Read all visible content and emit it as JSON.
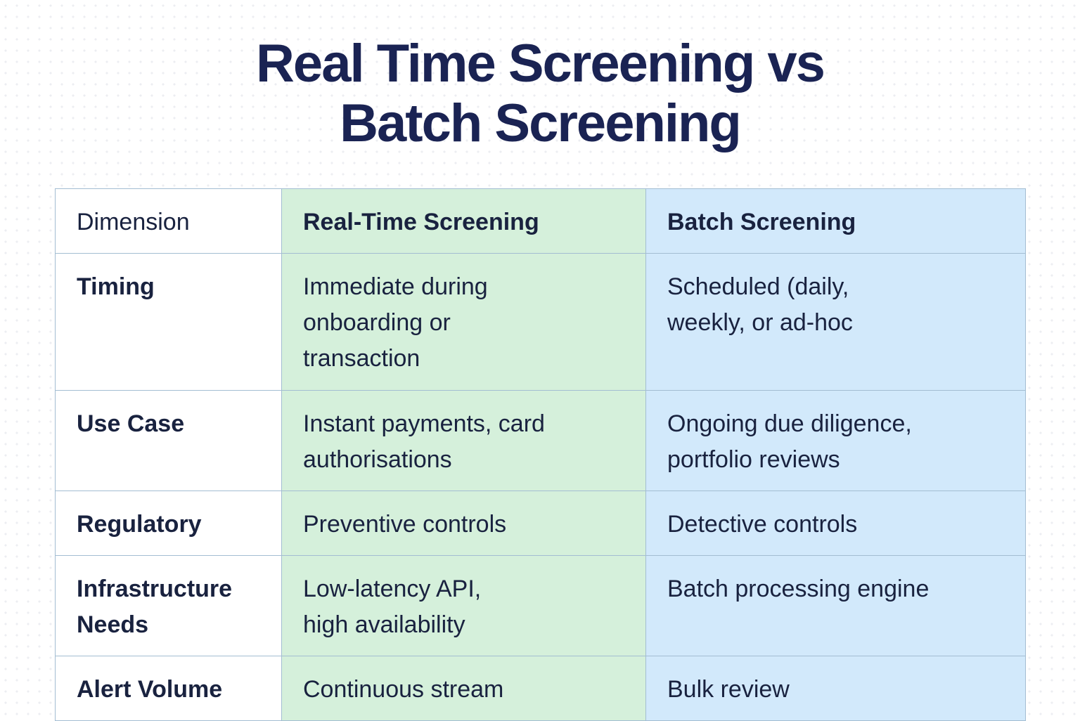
{
  "title": {
    "line1": "Real Time Screening vs",
    "line2": "Batch Screening"
  },
  "table": {
    "columns": [
      {
        "label": "Dimension"
      },
      {
        "label": "Real-Time Screening"
      },
      {
        "label": "Batch Screening"
      }
    ],
    "rows": [
      {
        "dimension": "Timing",
        "realtime": "Immediate during\nonboarding or\ntransaction",
        "batch": "Scheduled (daily,\nweekly, or ad-hoc"
      },
      {
        "dimension": "Use Case",
        "realtime": "Instant payments, card\nauthorisations",
        "batch": "Ongoing due diligence,\nportfolio reviews"
      },
      {
        "dimension": "Regulatory",
        "realtime": "Preventive controls",
        "batch": "Detective controls"
      },
      {
        "dimension": "Infrastructure\nNeeds",
        "realtime": "Low-latency API,\nhigh availability",
        "batch": "Batch processing engine"
      },
      {
        "dimension": "Alert Volume",
        "realtime": "Continuous stream",
        "batch": "Bulk review"
      }
    ]
  },
  "colors": {
    "title_text": "#1a2353",
    "body_text": "#19223f",
    "realtime_column_bg": "#d5f0db",
    "batch_column_bg": "#d2e9fb",
    "dimension_column_bg": "#ffffff",
    "table_border": "#a3bdd2",
    "page_background": "#ffffff"
  }
}
